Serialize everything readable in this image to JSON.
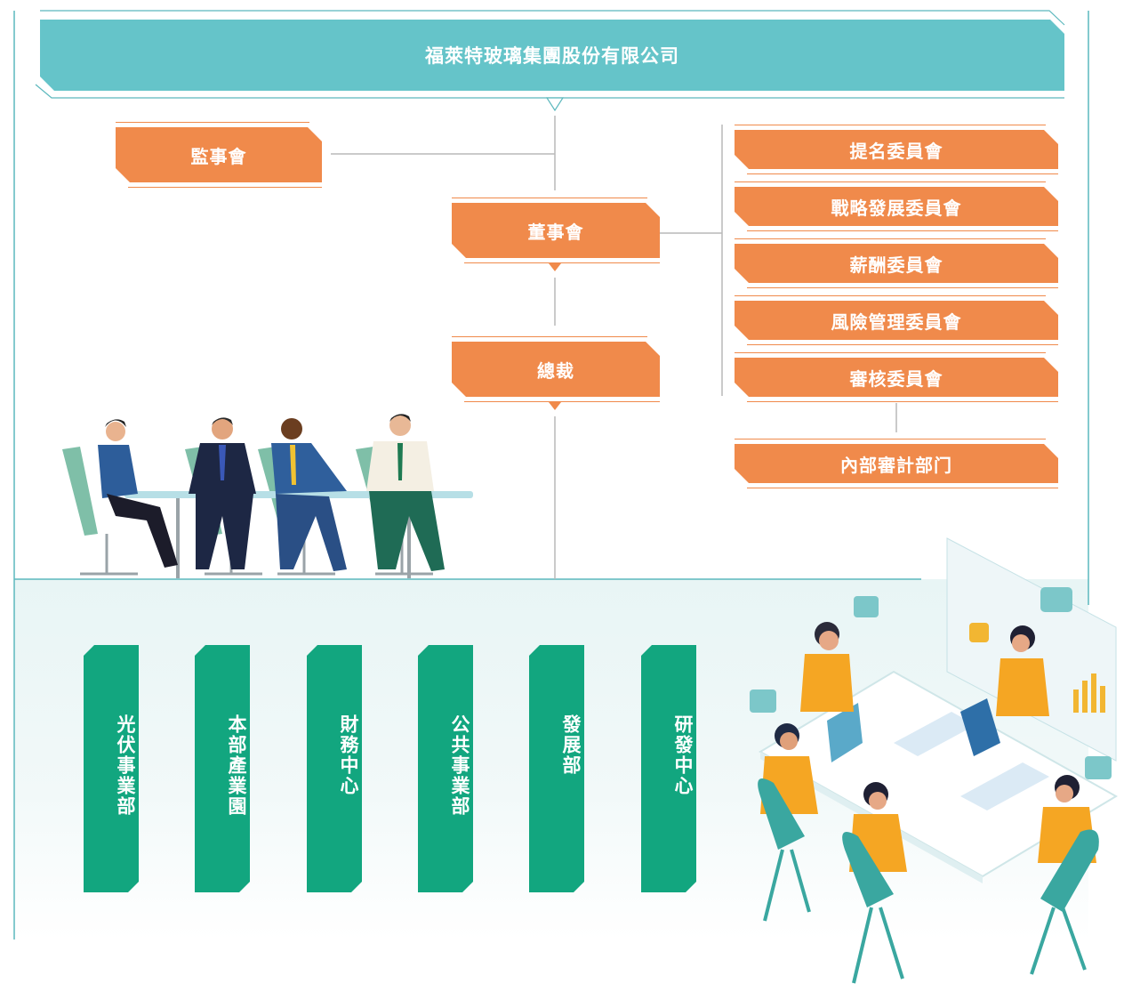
{
  "company": {
    "name": "福萊特玻璃集團股份有限公司"
  },
  "governance": {
    "supervisory_board": "監事會",
    "board_of_directors": "董事會",
    "president": "總裁"
  },
  "committees": [
    {
      "label": "提名委員會"
    },
    {
      "label": "戰略發展委員會"
    },
    {
      "label": "薪酬委員會"
    },
    {
      "label": "風險管理委員會"
    },
    {
      "label": "審核委員會"
    }
  ],
  "audit_department": {
    "label": "內部審計部门"
  },
  "divisions": [
    {
      "label": "光伏事業部"
    },
    {
      "label": "本部產業園"
    },
    {
      "label": "財務中心"
    },
    {
      "label": "公共事業部"
    },
    {
      "label": "發展部"
    },
    {
      "label": "研發中心"
    }
  ],
  "colors": {
    "banner": "#65c4c9",
    "orange_box": "#f08a4b",
    "green_box": "#12a67f",
    "line": "#b9b9b9",
    "frame": "#5cb8bd"
  }
}
